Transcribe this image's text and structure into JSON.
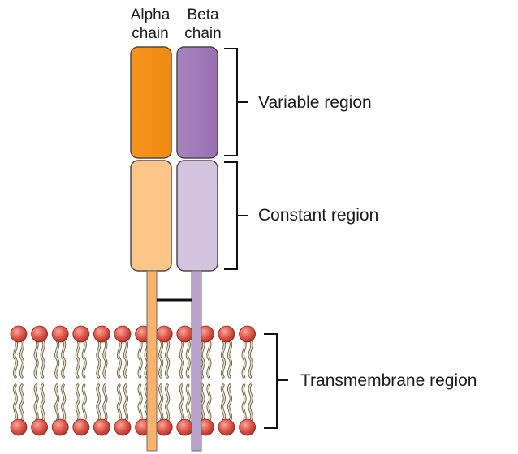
{
  "chains": {
    "alpha": {
      "label_line1": "Alpha",
      "label_line2": "chain"
    },
    "beta": {
      "label_line1": "Beta",
      "label_line2": "chain"
    }
  },
  "regions": {
    "variable": "Variable region",
    "constant": "Constant region",
    "transmembrane": "Transmembrane region"
  },
  "colors": {
    "alpha_variable": "#f7941d",
    "alpha_constant": "#fdc689",
    "beta_variable": "#a57fbc",
    "beta_constant": "#d4c3df",
    "alpha_stalk": "#f9b26b",
    "beta_stalk": "#b9a2cc",
    "lipid_head": "#e2564a",
    "lipid_tail": "#cbbf94",
    "bracket": "#111111"
  }
}
